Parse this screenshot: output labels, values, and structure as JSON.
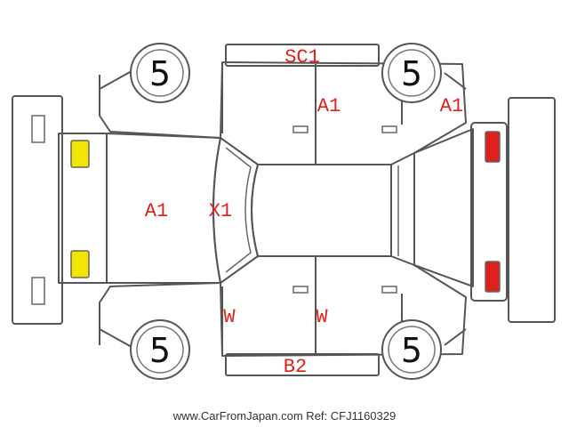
{
  "colors": {
    "outline": "#555555",
    "code_text": "#e0201b",
    "front_lamp": "#f2e600",
    "rear_lamp": "#e0201b"
  },
  "tires": {
    "top_left": "5",
    "top_right": "5",
    "bottom_left": "5",
    "bottom_right": "5"
  },
  "codes": {
    "roof_top": "SC1",
    "top_door": "A1",
    "top_right_fender": "A1",
    "hood": "A1",
    "windshield": "X1",
    "bottom_door_front": "W",
    "bottom_door_rear": "W",
    "rocker_bottom": "B2"
  },
  "footer": "www.CarFromJapan.com Ref: CFJ1160329"
}
